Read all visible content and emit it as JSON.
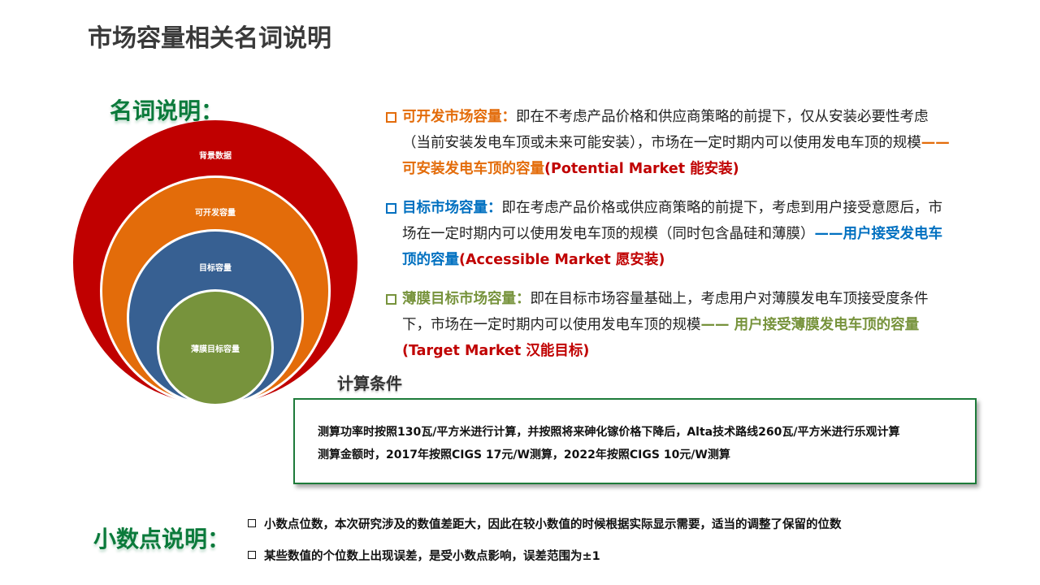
{
  "title": "市场容量相关名词说明",
  "terms_heading": "名词说明：",
  "circles": [
    "背景数据",
    "可开发容量",
    "目标容量",
    "薄膜目标容量"
  ],
  "colors": {
    "red": "#c00000",
    "orange": "#e36c0a",
    "blue": "#376092",
    "green": "#77933c",
    "title_green": "#0b7a3b"
  },
  "definitions": [
    {
      "term": "可开发市场容量：",
      "body": "即在不考虑产品价格和供应商策略的前提下，仅从安装必要性考虑（当前安装发电车顶或未来可能安装），市场在一定时期内可以使用发电车顶的规模",
      "dash": "——",
      "highlight": "可安装发电车顶的容量",
      "en": "(Potential  Market 能安装)"
    },
    {
      "term": "目标市场容量：",
      "body": "即在考虑产品价格或供应商策略的前提下，考虑到用户接受意愿后，市场在一定时期内可以使用发电车顶的规模（同时包含晶硅和薄膜）",
      "dash": "——",
      "highlight": "用户接受发电车顶的容量",
      "en": "(Accessible  Market 愿安装)"
    },
    {
      "term": "薄膜目标市场容量：",
      "body": "即在目标市场容量基础上，考虑用户对薄膜发电车顶接受度条件下，市场在一定时期内可以使用发电车顶的规模",
      "dash": "—— ",
      "highlight": "用户接受薄膜发电车顶的容量",
      "en": "(Target Market 汉能目标)"
    }
  ],
  "conditions": {
    "heading": "计算条件",
    "lines": [
      "测算功率时按照130瓦/平方米进行计算，并按照将来砷化镓价格下降后，Alta技术路线260瓦/平方米进行乐观计算",
      "测算金额时，2017年按照CIGS 17元/W测算，2022年按照CIGS 10元/W测算"
    ]
  },
  "decimal": {
    "heading": "小数点说明：",
    "notes": [
      "小数点位数，本次研究涉及的数值差距大，因此在较小数值的时候根据实际显示需要，适当的调整了保留的位数",
      "某些数值的个位数上出现误差，是受小数点影响，误差范围为±1"
    ]
  }
}
